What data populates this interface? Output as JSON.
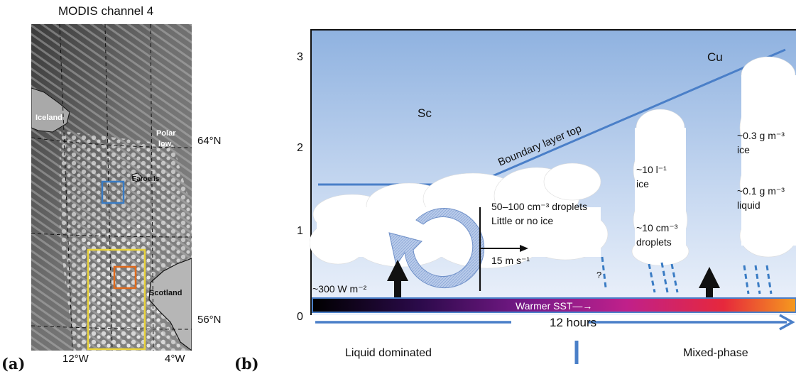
{
  "panel_a": {
    "label": "(a)",
    "title": "MODIS channel 4",
    "places": {
      "iceland": "Iceland",
      "polar_low": [
        "Polar",
        "low"
      ],
      "faroe": "Faroe Is",
      "scotland": "Scotland"
    },
    "lat_labels": [
      "64°N",
      "56°N"
    ],
    "lon_labels": [
      "12°W",
      "4°W"
    ],
    "box_colors": {
      "blue": "#3a7cc4",
      "orange": "#e06a1c",
      "yellow": "#e8d23a"
    }
  },
  "panel_b": {
    "label": "(b)",
    "y_ticks": [
      "3",
      "2",
      "1",
      "0"
    ],
    "cloud_types": {
      "sc": "Sc",
      "cu": "Cu"
    },
    "bl_top": "Boundary layer top",
    "sc_notes": [
      "50–100 cm⁻³ droplets",
      "Little or no ice"
    ],
    "wind": "15 m s⁻¹",
    "flux": "~300 W m⁻²",
    "question": "?",
    "ice1": [
      "~10 l⁻¹",
      "ice"
    ],
    "drops1": [
      "~10 cm⁻³",
      "droplets"
    ],
    "ice2": [
      "~0.3 g m⁻³",
      "ice"
    ],
    "liq2": [
      "~0.1 g m⁻³",
      "liquid"
    ],
    "sst": "Warmer SST—→",
    "time": "12 hours",
    "regimes": [
      "Liquid dominated",
      "Mixed-phase"
    ],
    "colors": {
      "line": "#4a7fc8",
      "sky_top": "#8fb2e0",
      "sky_bottom": "#e6eef9"
    }
  }
}
